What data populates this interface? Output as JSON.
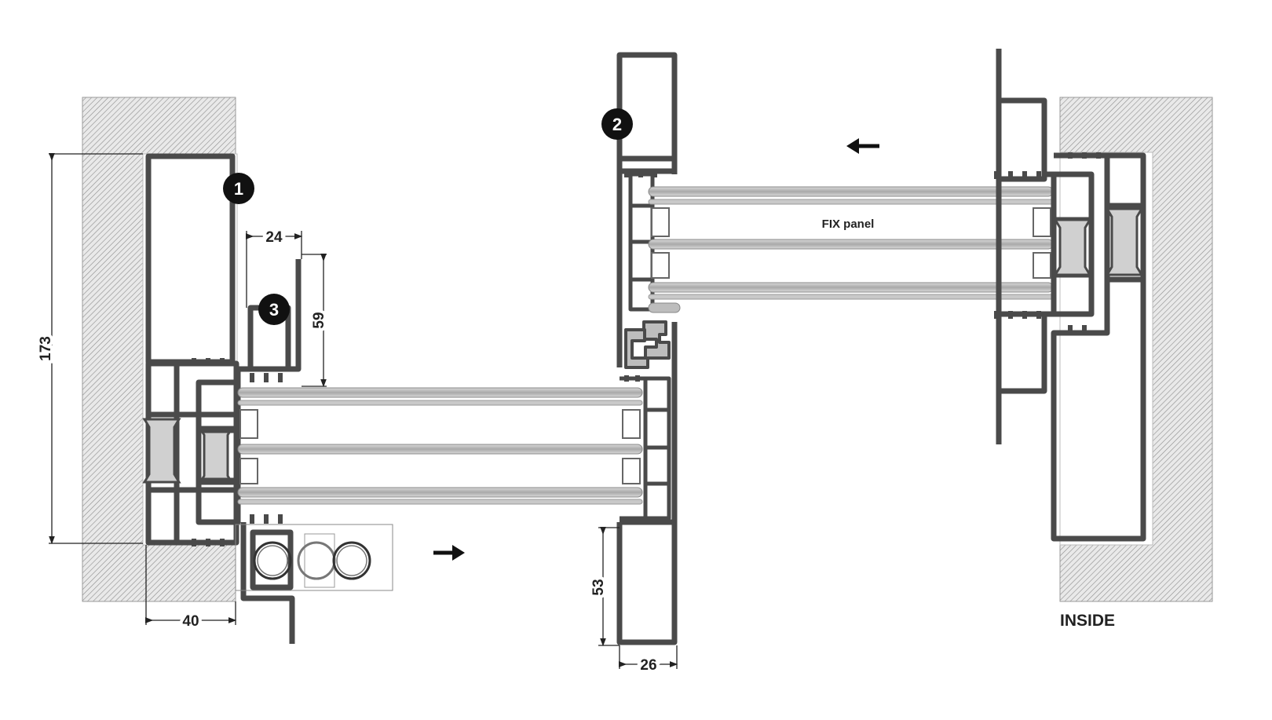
{
  "dimensions": {
    "frame_height": "173",
    "frame_depth": "40",
    "profile_width": "24",
    "profile_height": "59",
    "jamb_depth": "53",
    "jamb_width": "26"
  },
  "labels": {
    "fix_panel": "FIX panel",
    "inside": "INSIDE"
  },
  "callouts": [
    "1",
    "2",
    "3"
  ],
  "arrows": {
    "sliding_panel_direction": "right",
    "fix_panel_direction": "left"
  },
  "colors": {
    "profile": "#4a4a4a",
    "glass": "#b9b9b9",
    "wall_hatch": "#9a9a9a",
    "badge": "#111111"
  }
}
